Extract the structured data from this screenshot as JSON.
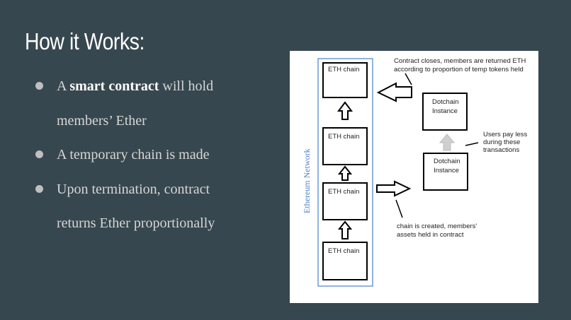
{
  "slide": {
    "title": "How it Works:",
    "bullets": [
      {
        "prefix": "A ",
        "emphasis": "smart contract",
        "suffix": " will hold",
        "line2": "members’ Ether"
      },
      {
        "text": "A temporary chain is made"
      },
      {
        "line1": "Upon termination, contract",
        "line2": "returns Ether proportionally"
      }
    ]
  },
  "diagram": {
    "network_label": "Ethereum Network",
    "chain_boxes": [
      "ETH chain",
      "ETH chain",
      "ETH chain",
      "ETH chain"
    ],
    "dotchain_boxes": [
      {
        "line1": "Dotchain",
        "line2": "Instance"
      },
      {
        "line1": "Dotchain",
        "line2": "Instance"
      }
    ],
    "annotations": {
      "contract_closes": [
        "Contract closes, members are returned ETH",
        "according to proportion of temp tokens held"
      ],
      "users_pay_less": [
        "Users pay less",
        "during these",
        "transactions"
      ],
      "chain_created": [
        "chain is created, members'",
        "assets held in contract"
      ]
    },
    "colors": {
      "network_border": "#6a9bd8",
      "network_text": "#4a7fc8",
      "gray_arrow": "#c8c8c8"
    }
  }
}
